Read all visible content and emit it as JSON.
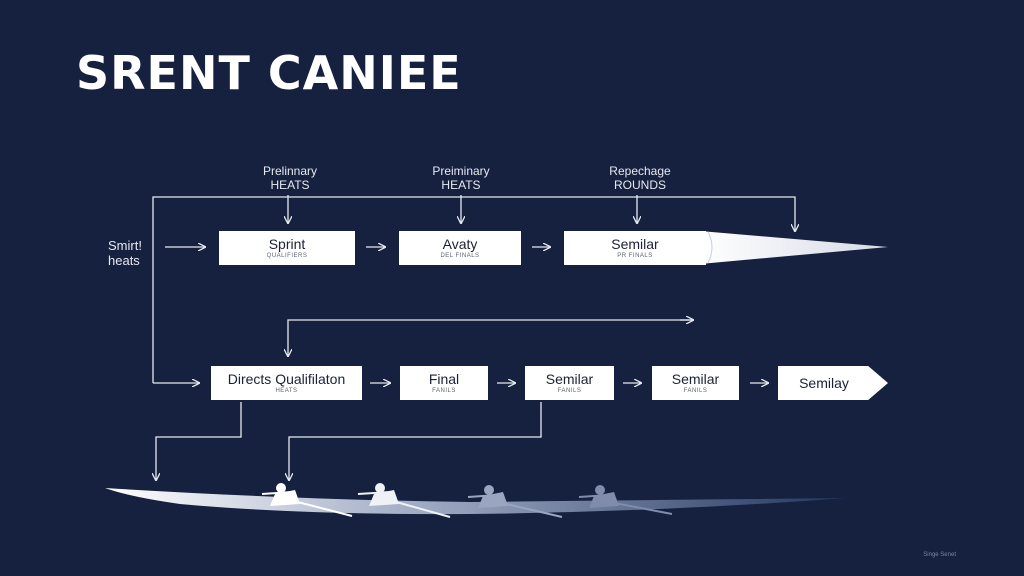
{
  "title": "SRENT CANIEE",
  "top_labels": [
    {
      "line1": "Prelinnary",
      "line2": "HEATS"
    },
    {
      "line1": "Preiminary",
      "line2": "HEATS"
    },
    {
      "line1": "Repechage",
      "line2": "ROUNDS"
    }
  ],
  "side_label": {
    "line1": "Smirt!",
    "line2": "heats"
  },
  "row1": [
    {
      "main": "Sprint",
      "sub": "QUALIFIERS"
    },
    {
      "main": "Avaty",
      "sub": "DEL FINALS"
    },
    {
      "main": "Semilar",
      "sub": "PR FINALS"
    }
  ],
  "row2": [
    {
      "main": "Directs Qualifilaton",
      "sub": "HEATS"
    },
    {
      "main": "Final",
      "sub": "FANILS"
    },
    {
      "main": "Semilar",
      "sub": "FANILS"
    },
    {
      "main": "Semilar",
      "sub": "FANILS"
    },
    {
      "main": "Semilay",
      "sub": ""
    }
  ],
  "footer": "Singe Senet",
  "colors": {
    "background": "#15213f",
    "box": "#ffffff",
    "line": "#e6e9f0",
    "water_light": "#8f9bb7",
    "water_dark": "#2c3f6b"
  }
}
